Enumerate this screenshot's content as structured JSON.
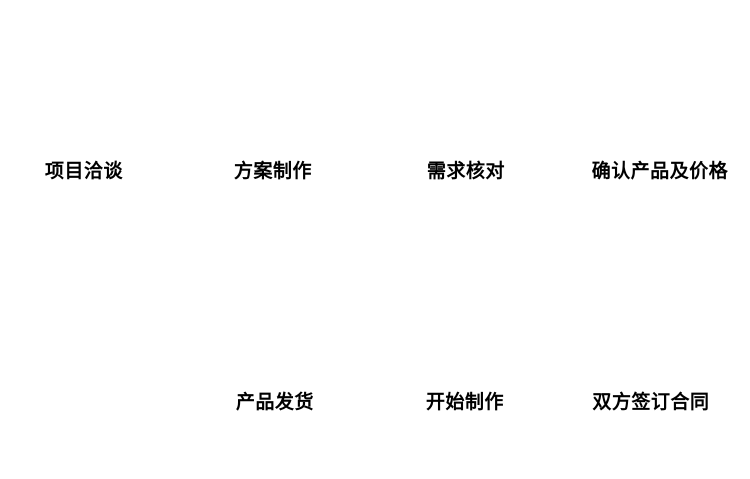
{
  "diagram": {
    "background_color": "#ffffff",
    "text_color": "#000000",
    "top_row": [
      {
        "label": "项目洽谈"
      },
      {
        "label": "方案制作"
      },
      {
        "label": "需求核对"
      },
      {
        "label": "确认产品及价格"
      }
    ],
    "bottom_row": [
      {
        "label": "产品发货"
      },
      {
        "label": "开始制作"
      },
      {
        "label": "双方签订合同"
      }
    ]
  }
}
